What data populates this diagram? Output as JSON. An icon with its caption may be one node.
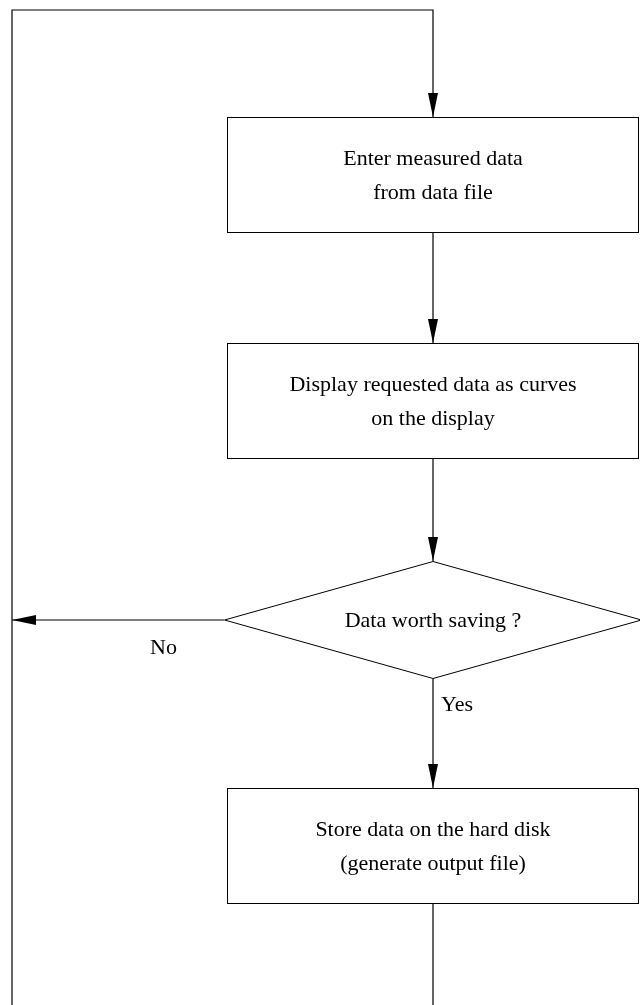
{
  "diagram": {
    "nodes": [
      {
        "text": [
          "Enter measured data from data file"
        ]
      },
      {
        "text": [
          "Display requested data as curves on the display"
        ]
      },
      {
        "text": [
          "Data worth saving ?"
        ]
      },
      {
        "text": [
          "Store data on the hard disk (generate output file)"
        ]
      }
    ],
    "edges": [
      {
        "from": 0,
        "to": 1,
        "arrow": "to"
      },
      {
        "from": 1,
        "to": 2,
        "arrow": "to"
      },
      {
        "from": 2,
        "to": 3,
        "label": "Yes",
        "arrow": "to"
      },
      {
        "from": 2,
        "to": null,
        "label": "No",
        "arrow": "to"
      },
      {
        "from": 3,
        "to": 0,
        "arrow": "to"
      }
    ]
  }
}
